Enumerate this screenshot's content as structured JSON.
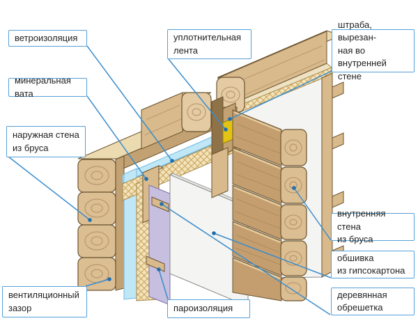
{
  "figure": {
    "type": "construction-diagram",
    "subject": "insulated double timber wall section with annotated layers"
  },
  "colors": {
    "background": "#ffffff",
    "leader": "#3a8ccc",
    "leader_dot": "#1f6eb0",
    "label_border": "#54a0d8",
    "label_text": "#1f1f1f",
    "wood_face": "#d9ba8c",
    "wood_top": "#ecdab0",
    "wood_side": "#c2a173",
    "wood_dark_face": "#c49e6f",
    "end_grain": "#dcbe93",
    "end_grain_light": "#e4cba3",
    "wood_outline": "#6a5430",
    "ring": "#a9875a",
    "streak": "#9c7c4e",
    "vent_gap_blue": "#bfe7f6",
    "film_blue": "#74b9de",
    "wool_cream": "#f3e3ba",
    "wool_hatch": "#c9a45b",
    "wool_edge": "#a88a4e",
    "vapor_lavender": "#c7bfe0",
    "lavender_edge": "#7b74a8",
    "gypsum_white": "#f4f4f2",
    "gypsum_edge": "#8a8a8a",
    "tape_yellow": "#e3c414"
  },
  "labels": {
    "wind_barrier": {
      "text": "ветроизоляция"
    },
    "mineral_wool": {
      "text": "минеральная вата"
    },
    "outer_wall": {
      "text": "наружная стена\nиз бруса"
    },
    "ventilation_gap": {
      "text": "вентиляционный\nзазор"
    },
    "sealing_tape": {
      "text": "уплотнительная\nлента"
    },
    "groove": {
      "text": "штраба, вырезан-\nная во внутренней\nстене"
    },
    "inner_wall": {
      "text": "внутренняя стена\nиз бруса"
    },
    "gypsum_cladding": {
      "text": "обшивка\nиз гипсокартона"
    },
    "wood_battens": {
      "text": "деревянная\nобрешетка"
    },
    "vapor_barrier": {
      "text": "пароизоляция"
    }
  }
}
